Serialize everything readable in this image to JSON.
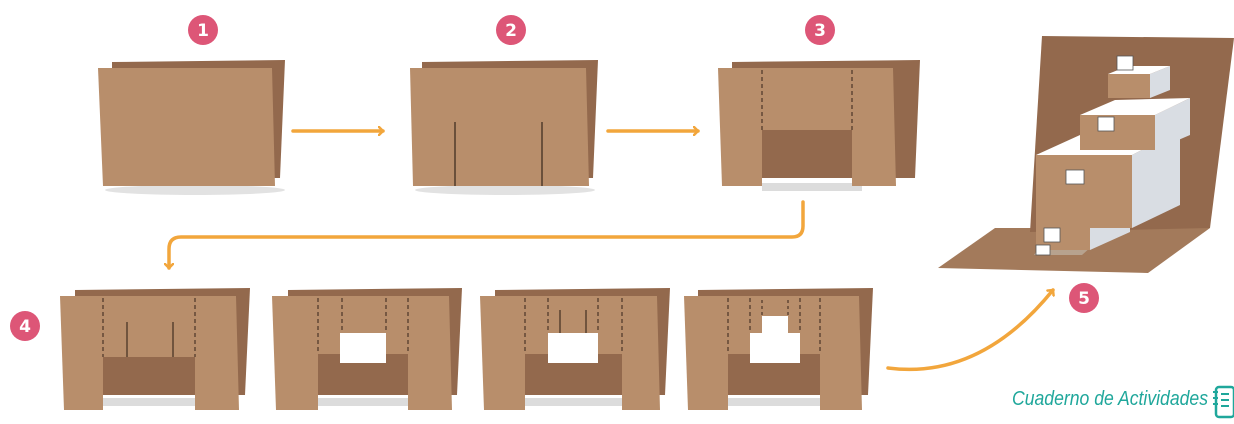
{
  "steps": [
    {
      "label": "1"
    },
    {
      "label": "2"
    },
    {
      "label": "3"
    },
    {
      "label": "4"
    },
    {
      "label": "5"
    }
  ],
  "footer": {
    "label": "Cuaderno de Actividades",
    "icon": "notebook-icon"
  },
  "colors": {
    "card": "#b88e6b",
    "card_back": "#93694d",
    "badge": "#dd5677",
    "arrow": "#f2a63c",
    "footer_text": "#1fa79b",
    "block_face": "#ffffff",
    "block_side": "#d9dde3"
  }
}
